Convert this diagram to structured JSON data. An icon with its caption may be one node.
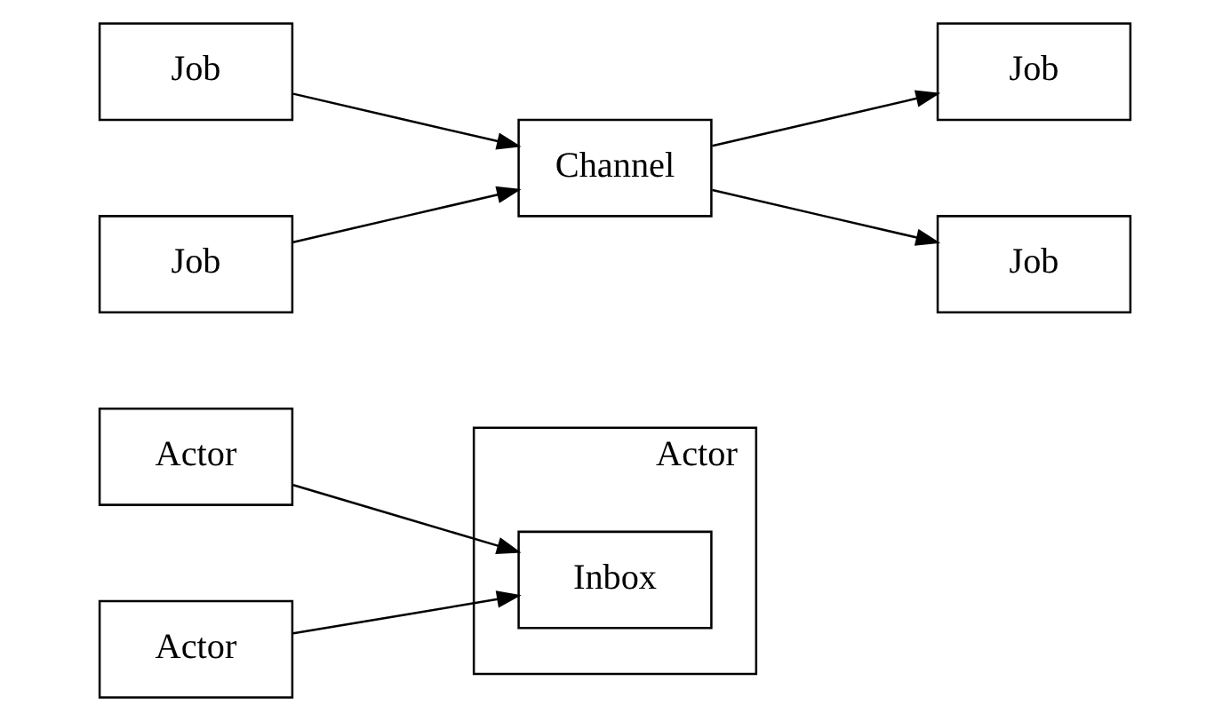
{
  "diagram": {
    "nodes": [
      {
        "text": [
          "Actor"
        ]
      },
      {
        "text": [
          "Actor"
        ]
      },
      {
        "text": [
          "Actor"
        ]
      },
      {
        "text": [
          "Inbox"
        ],
        "in": 2
      },
      {
        "text": [
          "Job"
        ]
      },
      {
        "text": [
          "Job"
        ]
      },
      {
        "text": [
          "Channel"
        ]
      },
      {
        "text": [
          "Job"
        ]
      },
      {
        "text": [
          "Job"
        ]
      }
    ],
    "edges": [
      {
        "from": 0,
        "to": 3,
        "arrow": "to"
      },
      {
        "from": 1,
        "to": 3,
        "arrow": "to"
      },
      {
        "from": 4,
        "to": 6,
        "arrow": "to"
      },
      {
        "from": 5,
        "to": 6,
        "arrow": "to"
      },
      {
        "from": 6,
        "to": 7,
        "arrow": "to"
      },
      {
        "from": 6,
        "to": 8,
        "arrow": "to"
      }
    ]
  }
}
